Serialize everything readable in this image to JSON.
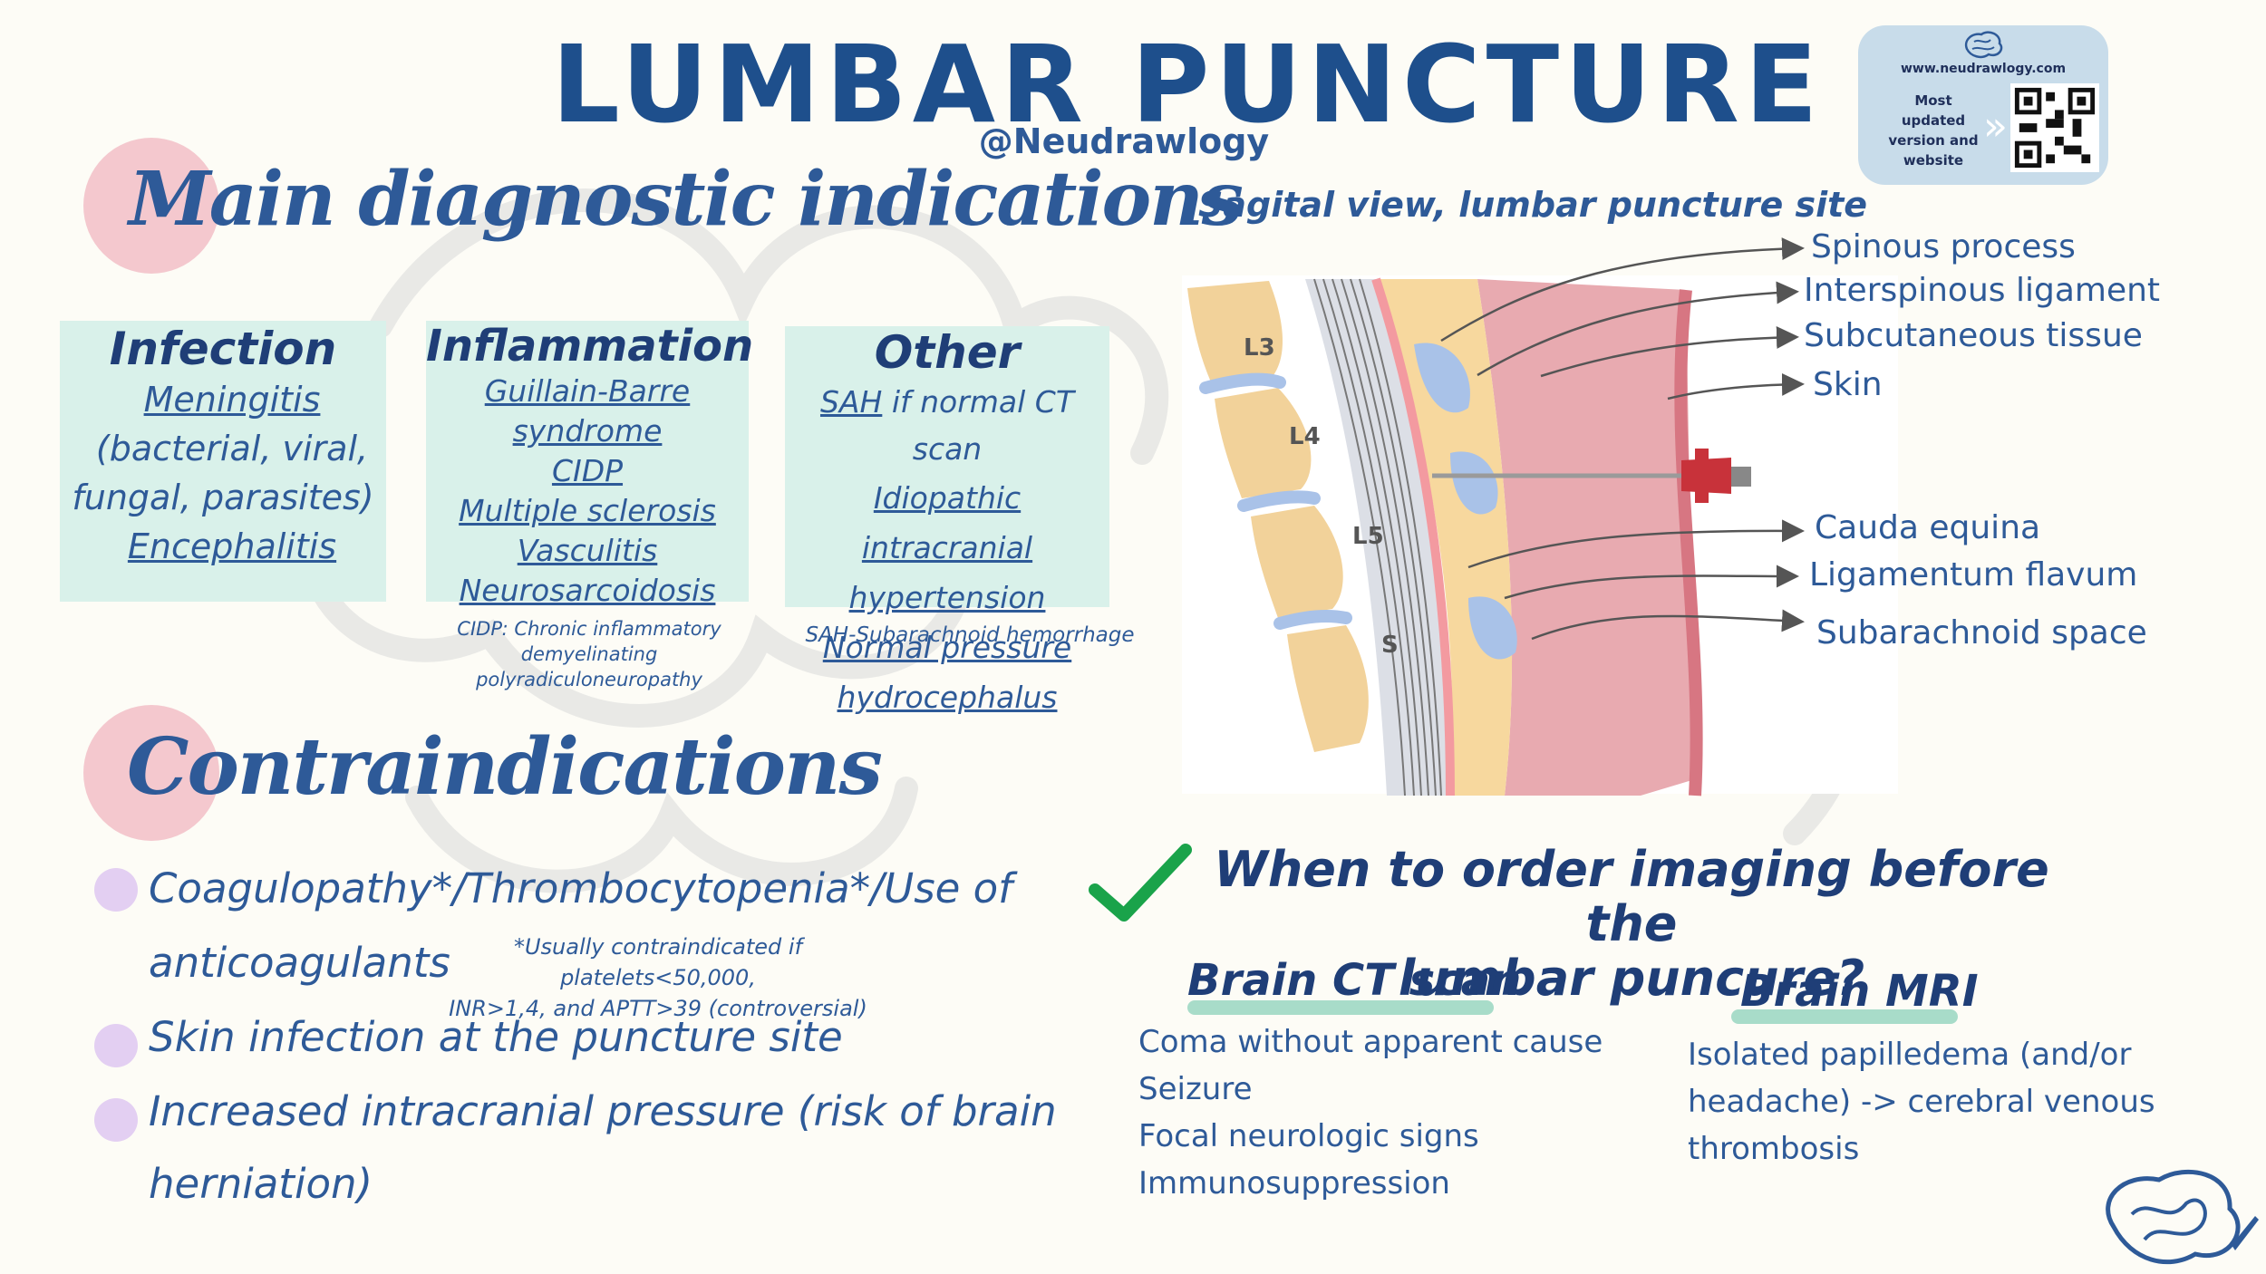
{
  "title": "LUMBAR PUNCTURE",
  "handle": "@Neudrawlogy",
  "qr": {
    "url": "www.neudrawlogy.com",
    "lines": [
      "Most",
      "updated",
      "version and",
      "website"
    ]
  },
  "indications": {
    "heading": "Main diagnostic indications",
    "infection": {
      "title": "Infection",
      "lines": [
        "Meningitis",
        "(bacterial, viral,",
        "fungal, parasites)",
        "Encephalitis"
      ]
    },
    "inflammation": {
      "title": "Inflammation",
      "lines": [
        "Guillain-Barre",
        "syndrome",
        "CIDP",
        "Multiple sclerosis",
        "Vasculitis",
        "Neurosarcoidosis"
      ],
      "note": [
        "CIDP: Chronic  inflammatory demyelinating",
        "polyradiculoneuropathy"
      ]
    },
    "other": {
      "title": "Other",
      "sah": "SAH",
      "sah_rest": " if normal CT scan",
      "lines": [
        "Idiopathic intracranial",
        "hypertension",
        "Normal pressure",
        "hydrocephalus"
      ],
      "note": "SAH-Subarachnoid hemorrhage"
    }
  },
  "diagram": {
    "caption": "Sagital view, lumbar puncture site",
    "vertebrae": [
      "L3",
      "L4",
      "L5",
      "S"
    ],
    "labels": [
      "Spinous process",
      "Interspinous ligament",
      "Subcutaneous tissue",
      "Skin",
      "Cauda equina",
      "Ligamentum flavum",
      "Subarachnoid space"
    ]
  },
  "contraindications": {
    "heading": "Contraindications",
    "items": [
      {
        "line1": "Coagulopathy*/Thrombocytopenia*/Use of",
        "line2": "anticoagulants"
      },
      {
        "line1": "Skin infection at the puncture site"
      },
      {
        "line1": "Increased intracranial pressure (risk of brain",
        "line2": "herniation)"
      }
    ],
    "footnote": [
      "*Usually contraindicated if platelets<50,000,",
      "INR>1,4, and APTT>39 (controversial)"
    ]
  },
  "imaging": {
    "question": [
      "When to order imaging before the",
      "lumbar puncure?"
    ],
    "ct": {
      "title": "Brain CT scan",
      "items": [
        "Coma without apparent cause",
        "Seizure",
        "Focal neurologic signs",
        "Immunosuppression"
      ]
    },
    "mri": {
      "title": "Brain MRI",
      "lines": [
        "Isolated papilledema (and/or",
        "headache) -> cerebral venous",
        "thrombosis"
      ]
    }
  },
  "colors": {
    "title": "#1e4f8c",
    "text": "#2e5a98",
    "card": "#d9f1ea",
    "blob": "#f0b7c0",
    "bullet": "#e3cff2",
    "check": "#1aa34a",
    "needle": "#c8323a"
  }
}
